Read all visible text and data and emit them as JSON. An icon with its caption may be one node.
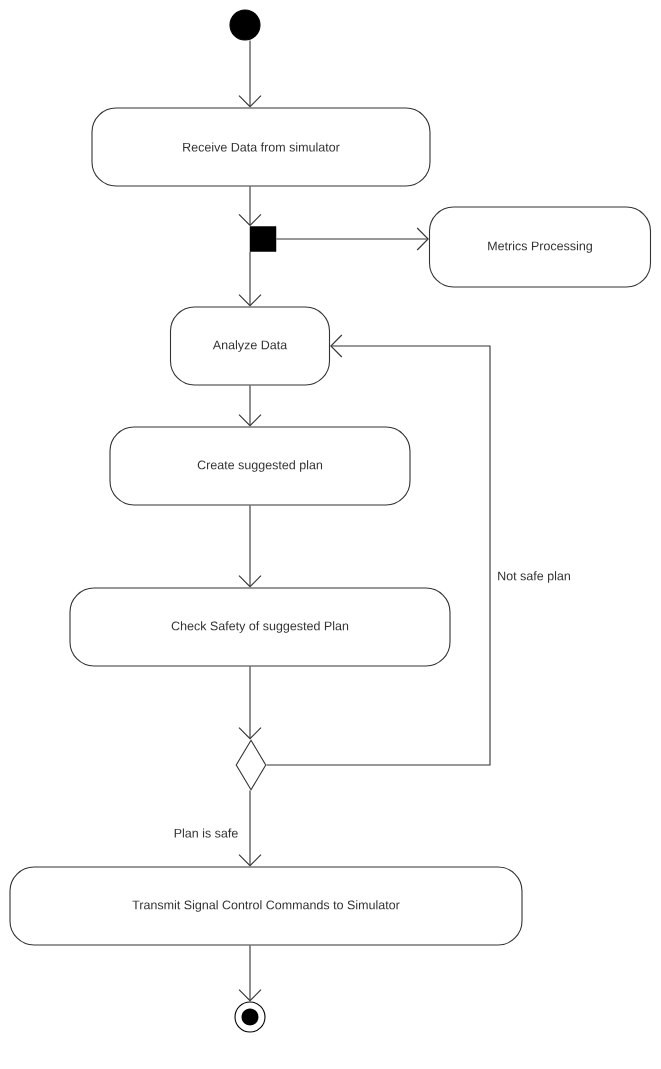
{
  "diagram": {
    "nodes": [
      {
        "text": [],
        "shape": "circle"
      },
      {
        "text": [
          "Receive Data from simulator"
        ]
      },
      {
        "text": [],
        "shape": "bar"
      },
      {
        "text": [
          "Metrics Processing"
        ]
      },
      {
        "text": [
          "Analyze Data"
        ]
      },
      {
        "text": [
          "Create suggested plan"
        ]
      },
      {
        "text": [
          "Check Safety of suggested Plan"
        ]
      },
      {
        "text": [],
        "shape": "diamond"
      },
      {
        "text": [
          "Transmit Signal Control Commands to Simulator"
        ]
      },
      {
        "text": [],
        "shape": "circle"
      }
    ],
    "edges": [
      {
        "from": 0,
        "to": 1,
        "arrow": "to"
      },
      {
        "from": 1,
        "to": 2,
        "arrow": "to"
      },
      {
        "from": 2,
        "to": 3,
        "arrow": "to"
      },
      {
        "from": 2,
        "to": 4,
        "arrow": "to"
      },
      {
        "from": 4,
        "to": 5,
        "arrow": "to"
      },
      {
        "from": 5,
        "to": 6,
        "arrow": "to"
      },
      {
        "from": 6,
        "to": 7,
        "arrow": "to"
      },
      {
        "from": 7,
        "to": 4,
        "arrow": "to",
        "label": "Not safe plan"
      },
      {
        "from": 7,
        "to": 8,
        "arrow": "to",
        "label": "Plan is safe"
      },
      {
        "from": 8,
        "to": 9,
        "arrow": "to"
      }
    ]
  }
}
